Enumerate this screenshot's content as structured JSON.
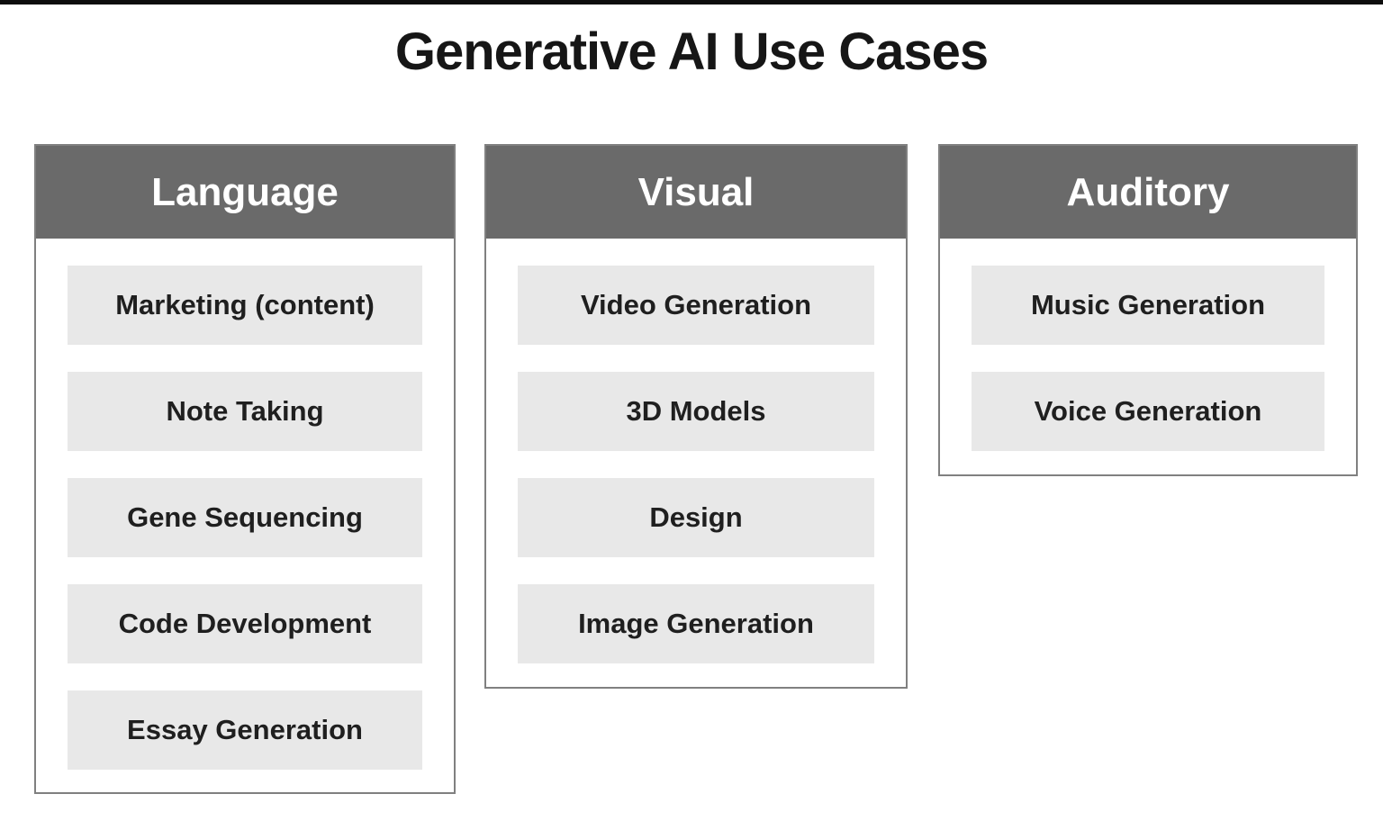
{
  "title": "Generative AI Use Cases",
  "colors": {
    "top_bar": "#0d0d0d",
    "title_text": "#161616",
    "column_border": "#808080",
    "header_background": "#6a6a6a",
    "header_text": "#ffffff",
    "item_background": "#e8e8e8",
    "item_text": "#1f1f1f",
    "page_background": "#ffffff"
  },
  "columns": [
    {
      "header": "Language",
      "items": [
        "Marketing (content)",
        "Note Taking",
        "Gene Sequencing",
        "Code Development",
        "Essay Generation"
      ]
    },
    {
      "header": "Visual",
      "items": [
        "Video Generation",
        "3D Models",
        "Design",
        "Image Generation"
      ]
    },
    {
      "header": "Auditory",
      "items": [
        "Music Generation",
        "Voice Generation"
      ]
    }
  ]
}
